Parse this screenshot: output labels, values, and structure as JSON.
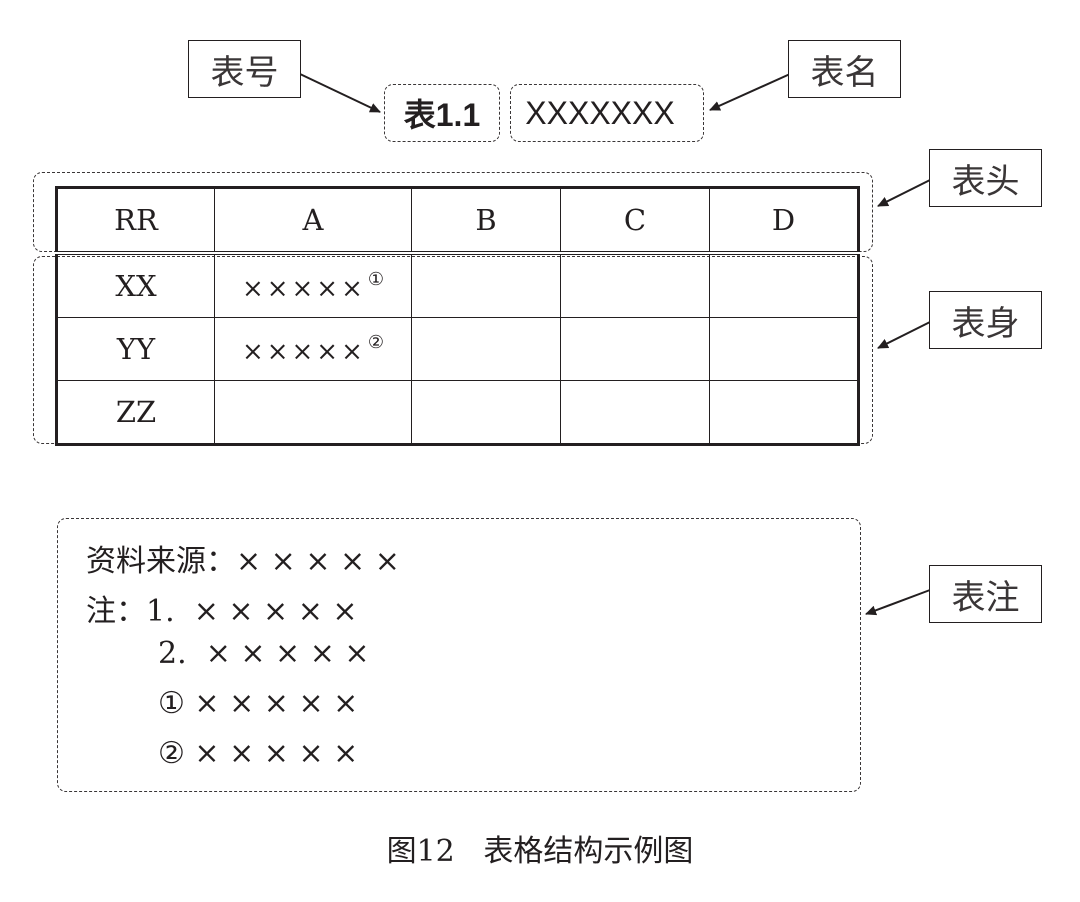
{
  "callouts": {
    "table_number": "表号",
    "table_name": "表名",
    "table_head": "表头",
    "table_body": "表身",
    "table_note": "表注"
  },
  "title": {
    "number": "表1.1",
    "name": "XXXXXXX"
  },
  "table": {
    "headers": [
      "RR",
      "A",
      "B",
      "C",
      "D"
    ],
    "rows": [
      {
        "label": "XX",
        "a_value": "×××××",
        "a_mark": "①"
      },
      {
        "label": "YY",
        "a_value": "×××××",
        "a_mark": "②"
      },
      {
        "label": "ZZ",
        "a_value": "",
        "a_mark": ""
      }
    ]
  },
  "notes": {
    "source": "资料来源：× × × × ×",
    "note1": "注：1.  × × × × ×",
    "note2": "2.  × × × × ×",
    "note3": "① × × × × ×",
    "note4": "② × × × × ×"
  },
  "caption": "图12   表格结构示例图"
}
